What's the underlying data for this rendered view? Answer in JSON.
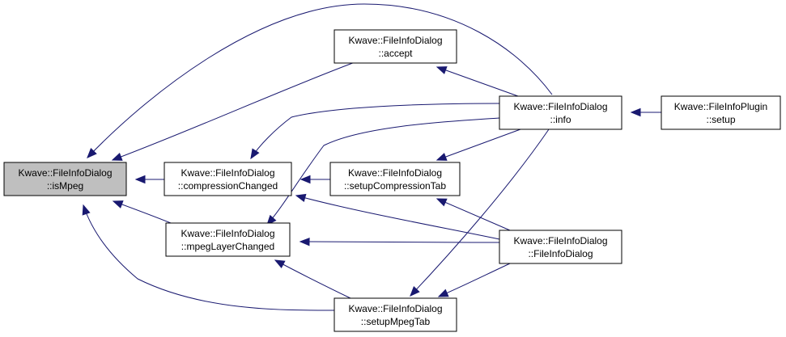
{
  "graph": {
    "colors": {
      "edge": "#191970",
      "node_border": "#000000",
      "node_fill": "#ffffff",
      "highlight_fill": "#bfbfbf"
    },
    "nodes": [
      {
        "id": "isMpeg",
        "line1": "Kwave::FileInfoDialog",
        "line2": "::isMpeg",
        "highlighted": true
      },
      {
        "id": "accept",
        "line1": "Kwave::FileInfoDialog",
        "line2": "::accept",
        "highlighted": false
      },
      {
        "id": "compressionChanged",
        "line1": "Kwave::FileInfoDialog",
        "line2": "::compressionChanged",
        "highlighted": false
      },
      {
        "id": "mpegLayerChanged",
        "line1": "Kwave::FileInfoDialog",
        "line2": "::mpegLayerChanged",
        "highlighted": false
      },
      {
        "id": "setupCompressionTab",
        "line1": "Kwave::FileInfoDialog",
        "line2": "::setupCompressionTab",
        "highlighted": false
      },
      {
        "id": "setupMpegTab",
        "line1": "Kwave::FileInfoDialog",
        "line2": "::setupMpegTab",
        "highlighted": false
      },
      {
        "id": "info",
        "line1": "Kwave::FileInfoDialog",
        "line2": "::info",
        "highlighted": false
      },
      {
        "id": "FileInfoDialog",
        "line1": "Kwave::FileInfoDialog",
        "line2": "::FileInfoDialog",
        "highlighted": false
      },
      {
        "id": "pluginSetup",
        "line1": "Kwave::FileInfoPlugin",
        "line2": "::setup",
        "highlighted": false
      }
    ],
    "edges": [
      {
        "from": "accept",
        "to": "isMpeg"
      },
      {
        "from": "compressionChanged",
        "to": "isMpeg"
      },
      {
        "from": "mpegLayerChanged",
        "to": "isMpeg"
      },
      {
        "from": "info",
        "to": "isMpeg"
      },
      {
        "from": "setupMpegTab",
        "to": "isMpeg"
      },
      {
        "from": "info",
        "to": "accept"
      },
      {
        "from": "info",
        "to": "compressionChanged"
      },
      {
        "from": "setupCompressionTab",
        "to": "compressionChanged"
      },
      {
        "from": "FileInfoDialog",
        "to": "compressionChanged"
      },
      {
        "from": "info",
        "to": "mpegLayerChanged"
      },
      {
        "from": "FileInfoDialog",
        "to": "mpegLayerChanged"
      },
      {
        "from": "setupMpegTab",
        "to": "mpegLayerChanged"
      },
      {
        "from": "info",
        "to": "setupCompressionTab"
      },
      {
        "from": "FileInfoDialog",
        "to": "setupCompressionTab"
      },
      {
        "from": "info",
        "to": "setupMpegTab"
      },
      {
        "from": "FileInfoDialog",
        "to": "setupMpegTab"
      },
      {
        "from": "pluginSetup",
        "to": "info"
      }
    ]
  }
}
